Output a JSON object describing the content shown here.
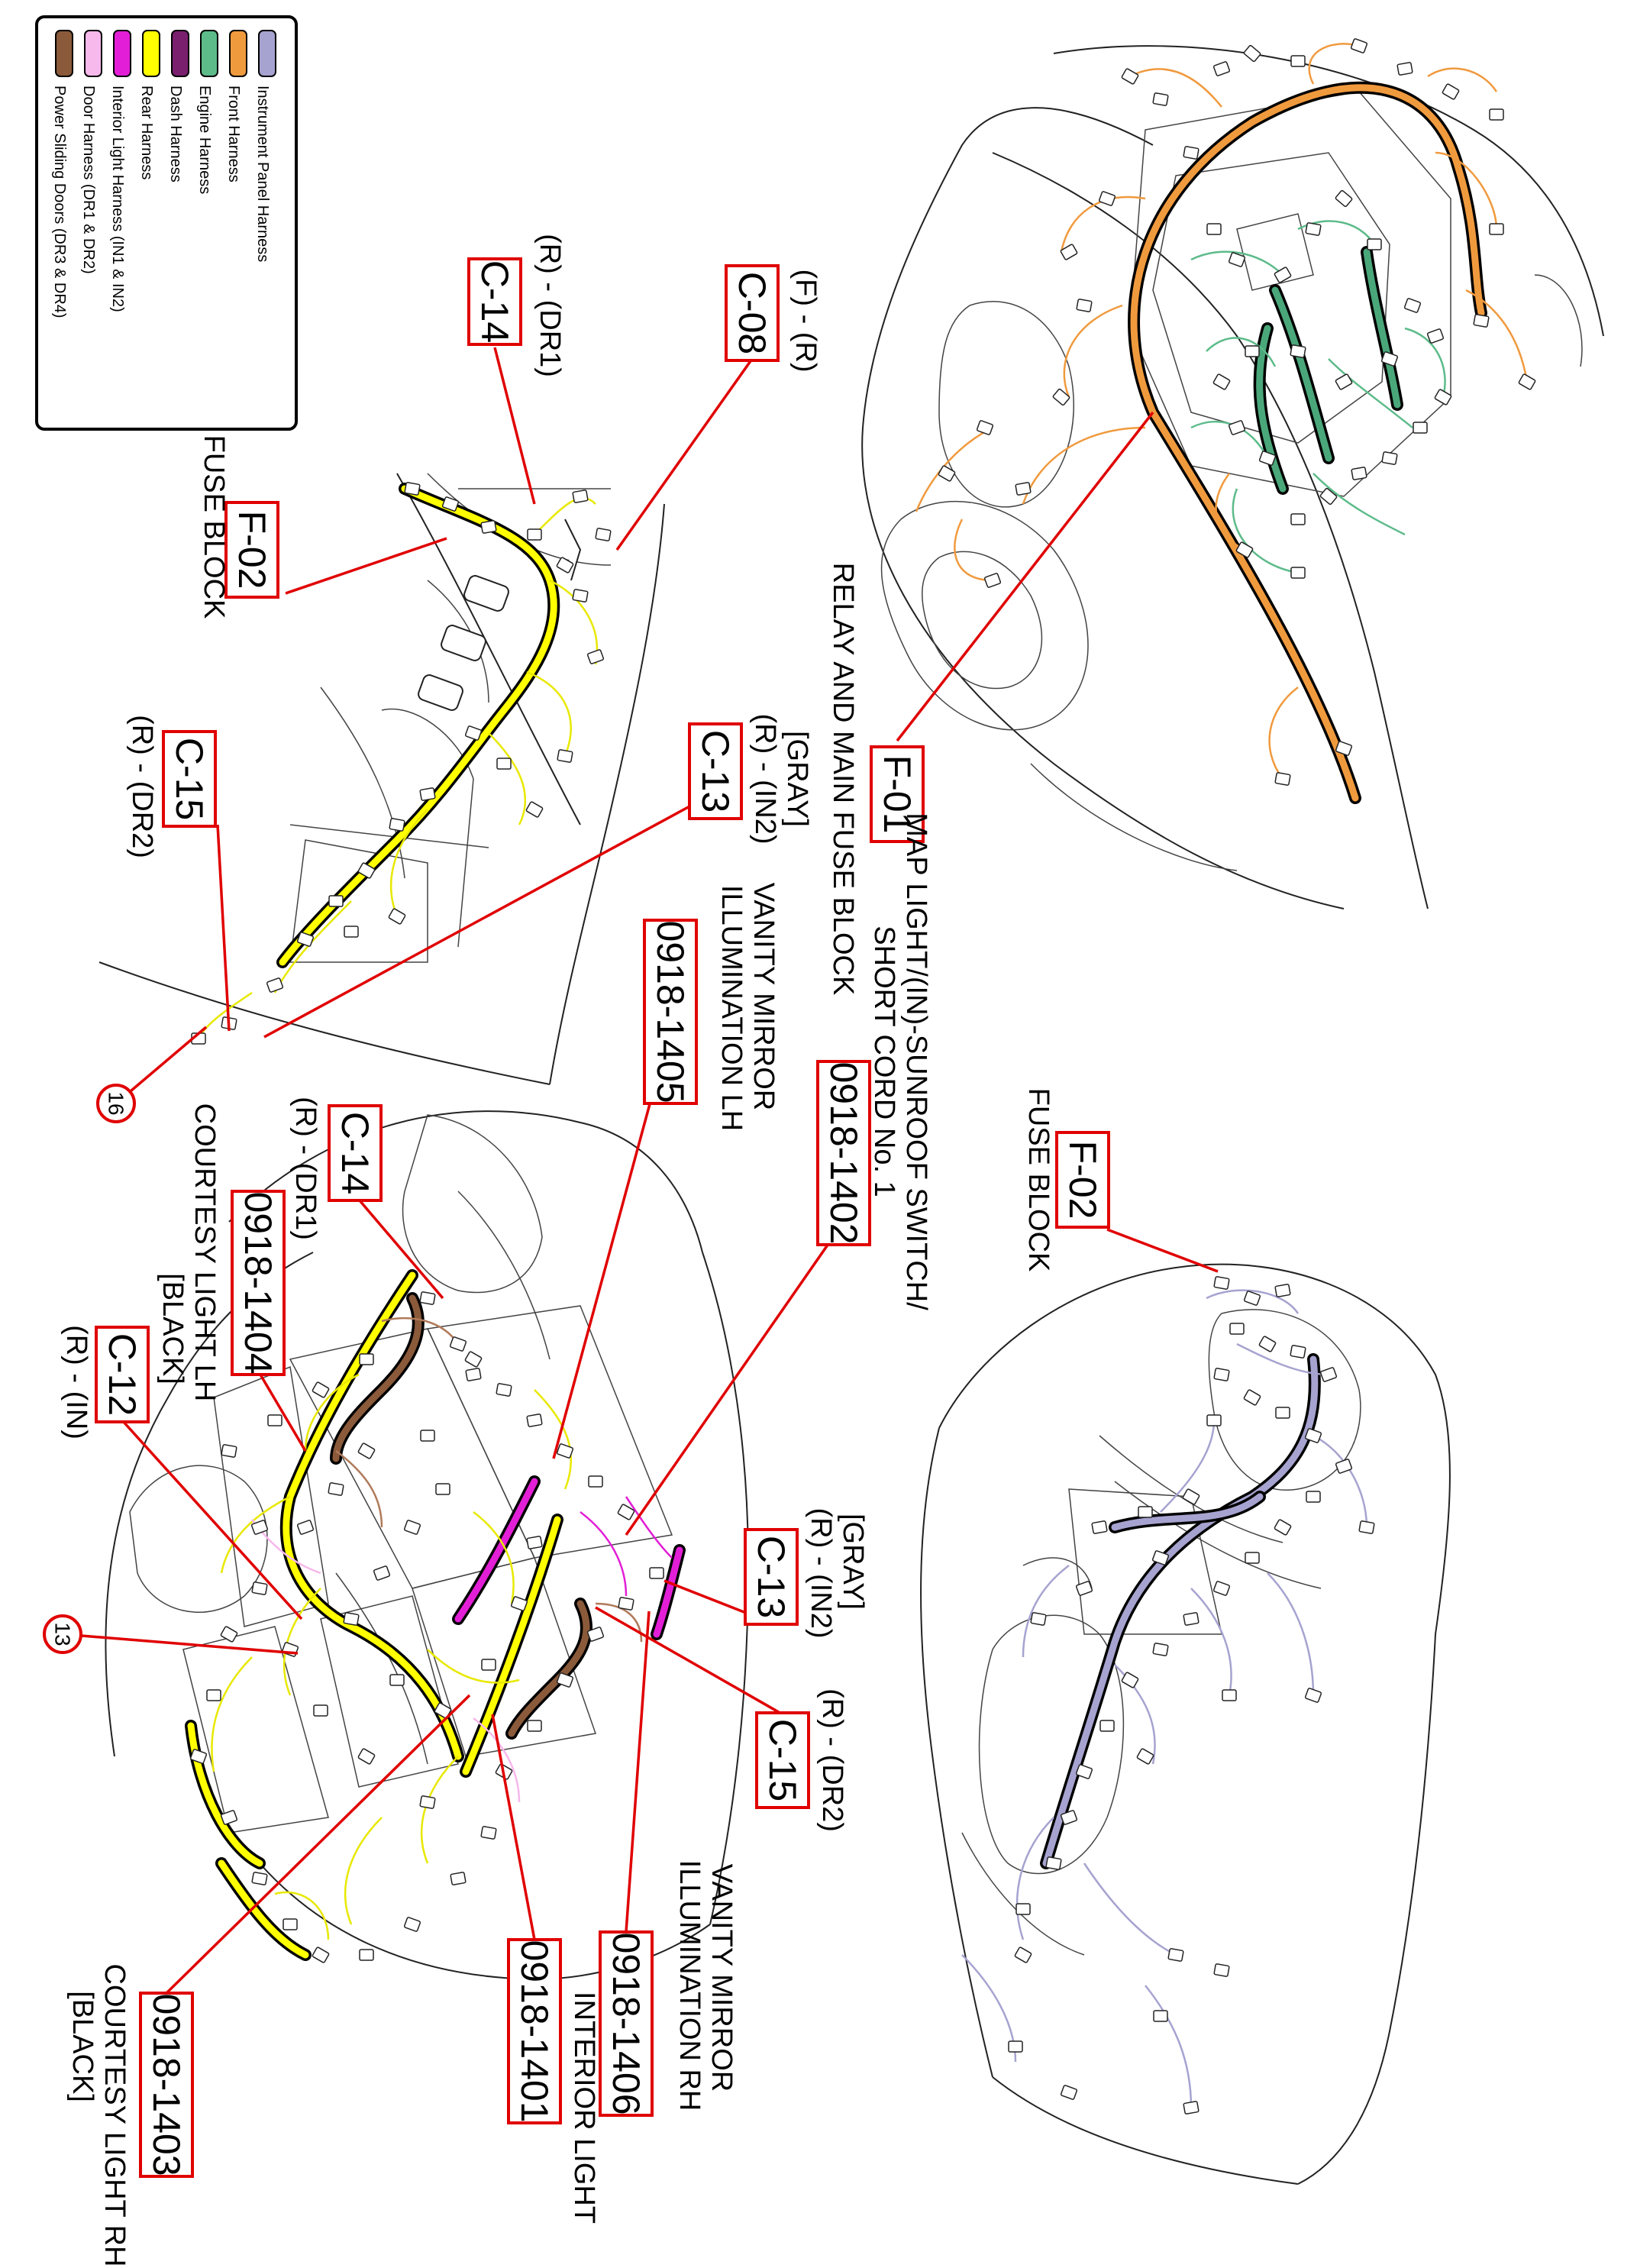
{
  "legend": {
    "items": [
      {
        "label": "Instrument Panel Harness",
        "color": "#a6a3d0"
      },
      {
        "label": "Front Harness",
        "color": "#f09a3e"
      },
      {
        "label": "Engine Harness",
        "color": "#5dbb8a"
      },
      {
        "label": "Dash Harness",
        "color": "#7a1f6e"
      },
      {
        "label": "Rear Harness",
        "color": "#ffff00"
      },
      {
        "label": "Interior Light Harness (IN1 & IN2)",
        "color": "#e21fd6"
      },
      {
        "label": "Door Harness (DR1 & DR2)",
        "color": "#f7b8ec"
      },
      {
        "label": "Power Sliding Doors (DR3 & DR4)",
        "color": "#8a5a3a"
      }
    ]
  },
  "connectors": {
    "c14_top": "C-14",
    "c08": "C-08",
    "f02_left": "F-02",
    "c13_top": "C-13",
    "c15_top": "C-15",
    "f01": "F-01",
    "n0918_1405": "0918-1405",
    "n0918_1402": "0918-1402",
    "f02_right": "F-02",
    "c14_bottom": "C-14",
    "n0918_1404": "0918-1404",
    "c12": "C-12",
    "c13_bottom": "C-13",
    "c15_bottom": "C-15",
    "n0918_1406": "0918-1406",
    "n0918_1401": "0918-1401",
    "n0918_1403": "0918-1403",
    "circle16": "16",
    "circle13": "13"
  },
  "labels": {
    "c14_top_sub": "(R) - (DR1)",
    "c08_sub": "(F) - (R)",
    "f02_left_sub": "FUSE BLOCK",
    "c13_top_sub1": "(R) - (IN2)",
    "c13_top_sub2": "[GRAY]",
    "c15_top_sub": "(R) - (DR2)",
    "f01_sub1": "RELAY AND MAIN FUSE BLOCK",
    "vm_lh_1": "VANITY MIRROR",
    "vm_lh_2": "ILLUMINATION LH",
    "map_1": "MAP LIGHT/(IN)-SUNROOF SWITCH/",
    "map_2": "SHORT CORD No. 1",
    "f02_right_sub": "FUSE BLOCK",
    "c14_bottom_sub": "(R) - (DR1)",
    "court_lh_1": "COURTESY LIGHT LH",
    "court_lh_2": "[BLACK]",
    "c12_sub": "(R) - (IN)",
    "c13_bottom_sub1": "(R) - (IN2)",
    "c13_bottom_sub2": "[GRAY]",
    "c15_bottom_sub": "(R) - (DR2)",
    "vm_rh_1": "VANITY MIRROR",
    "vm_rh_2": "ILLUMINATION RH",
    "interior_light": "INTERIOR LIGHT",
    "court_rh_1": "COURTESY LIGHT RH",
    "court_rh_2": "[BLACK]"
  }
}
